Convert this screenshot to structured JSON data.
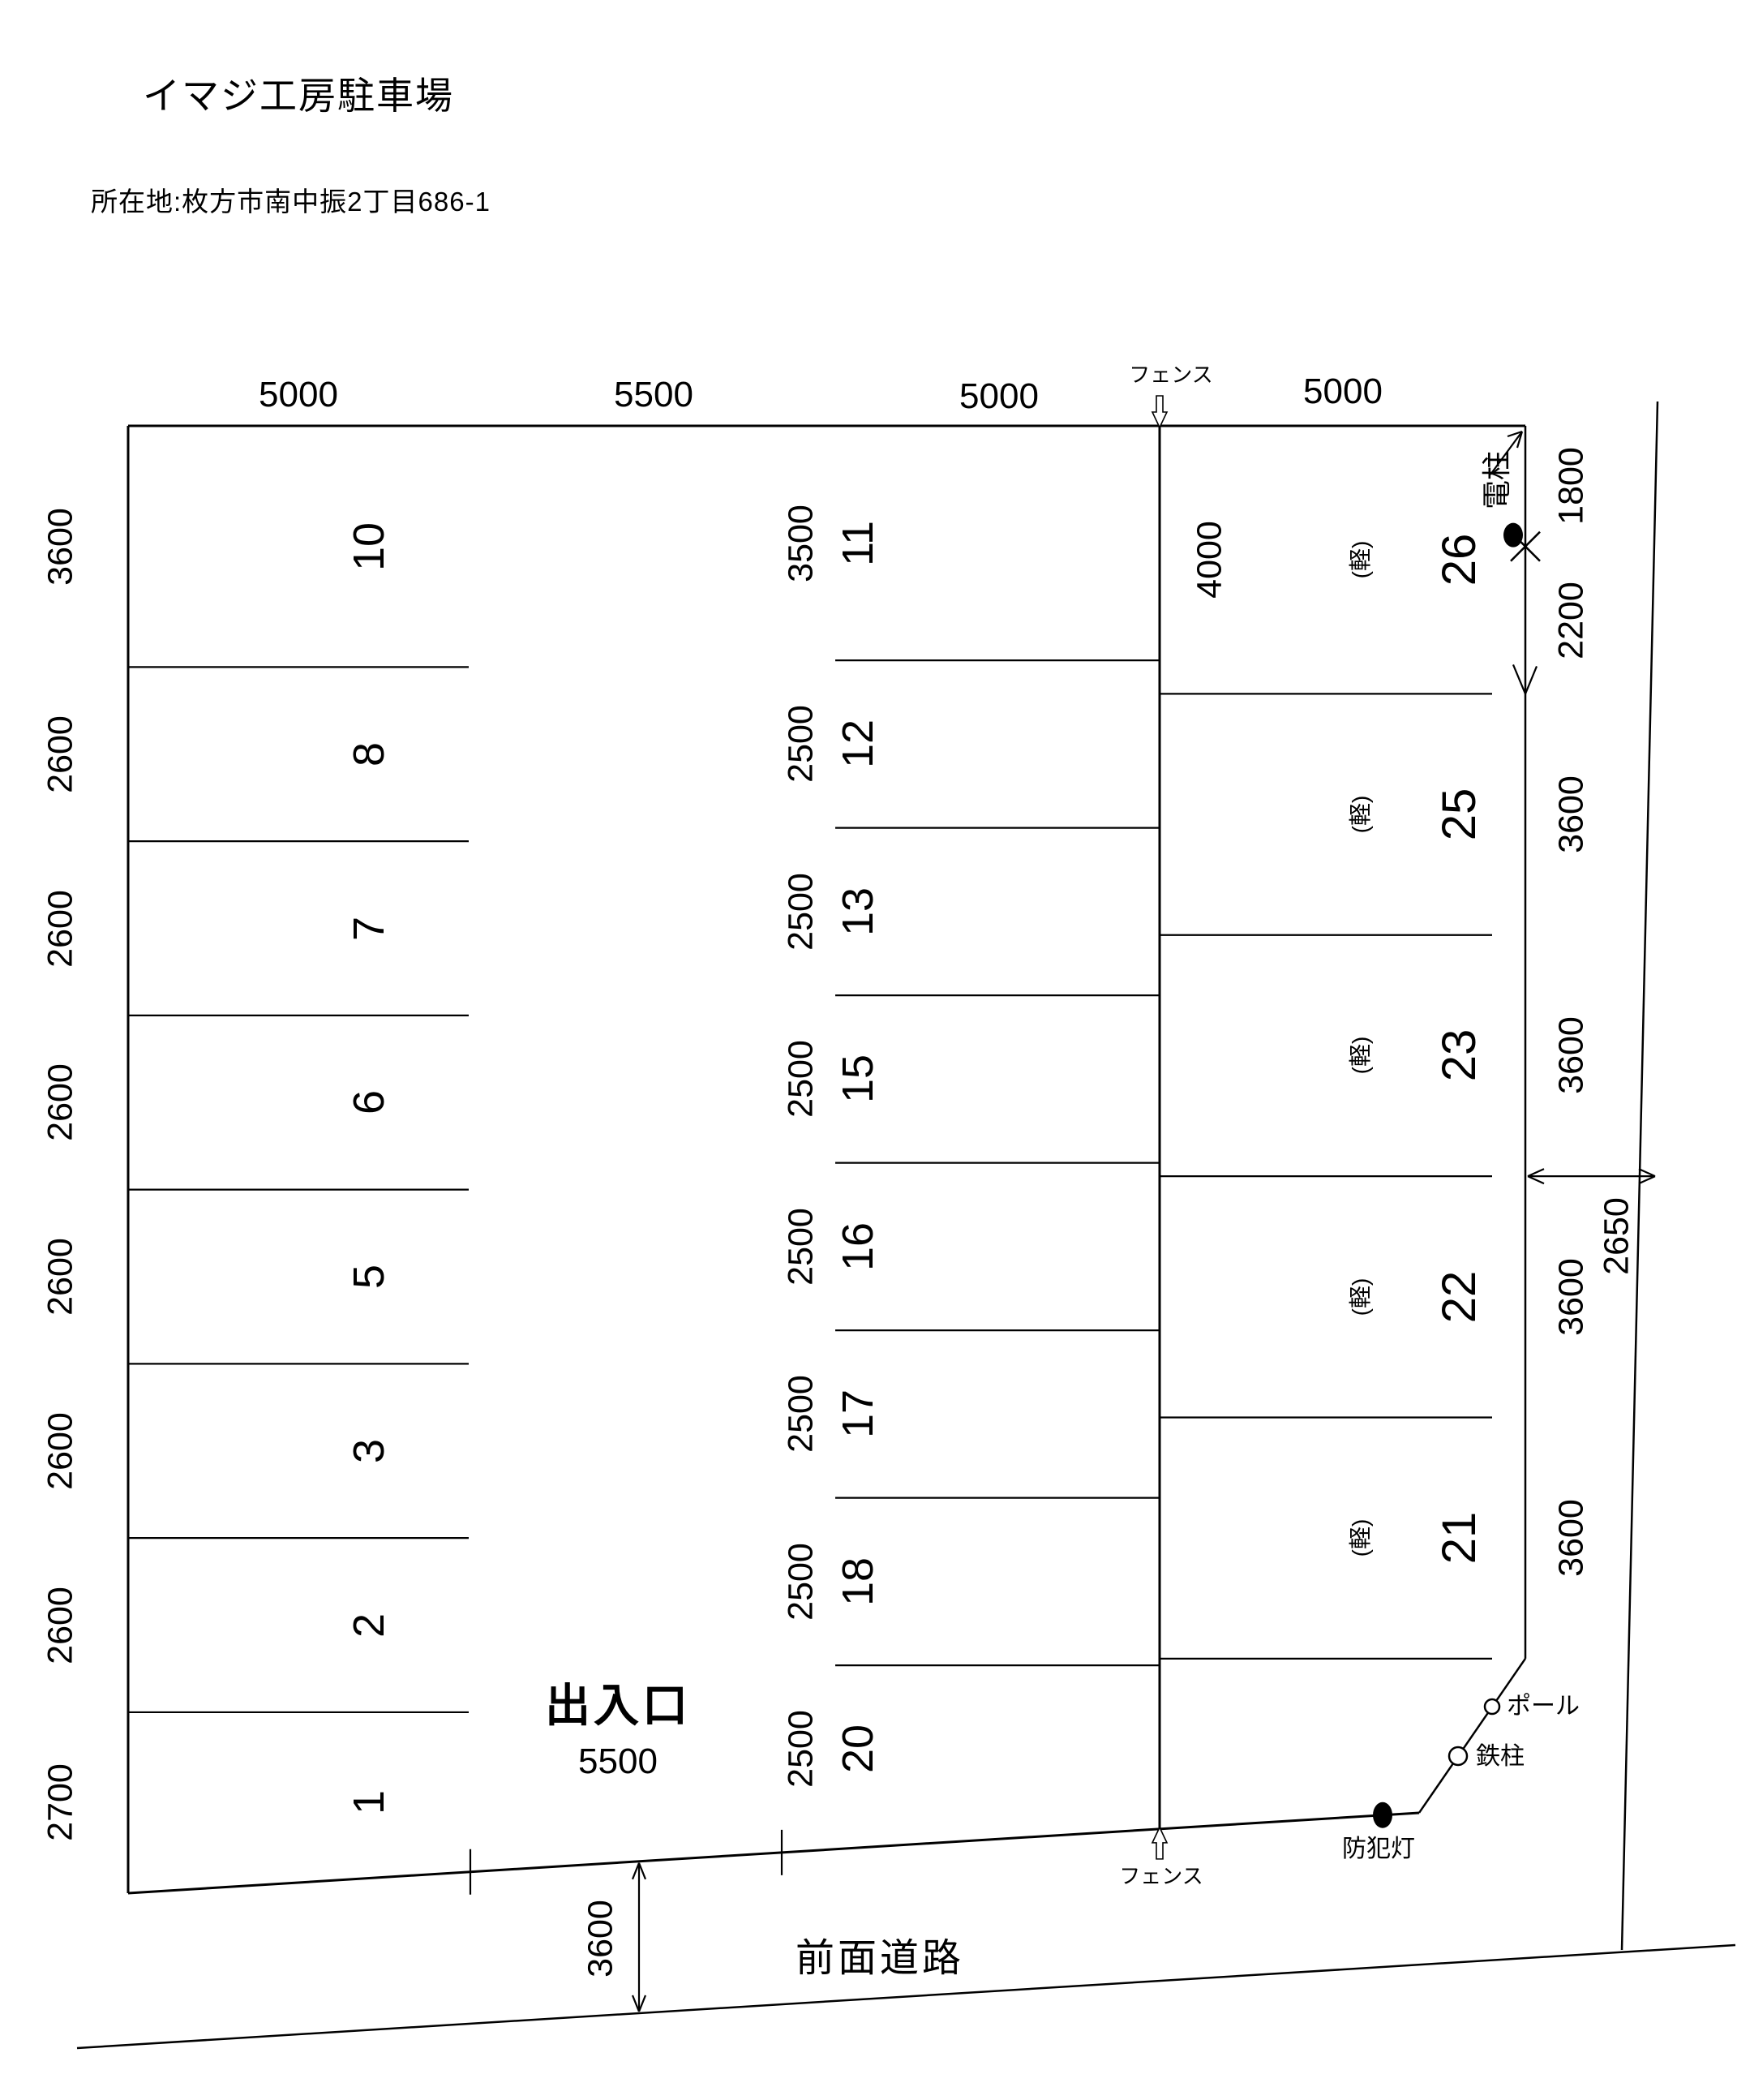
{
  "page": {
    "title": "イマジ工房駐車場",
    "address": "所在地:枚方市南中振2丁目686-1"
  },
  "labels": {
    "fence_top": "フェンス",
    "fence_bottom": "フェンス",
    "utility_pole": "電柱",
    "pole": "ポール",
    "steel_post": "鉄柱",
    "security_light": "防犯灯",
    "entrance": "出入口",
    "front_road": "前面道路"
  },
  "dimensions": {
    "top_widths": [
      "5000",
      "5500",
      "5000",
      "5000"
    ],
    "right_top_split": [
      "1800",
      "2200"
    ],
    "right_stall_depths": [
      "3600",
      "3600",
      "3600",
      "3600"
    ],
    "side_gap": "2650",
    "stall26_depth": "4000",
    "entrance_width": "5500",
    "road_width": "3600"
  },
  "stalls": {
    "left": [
      {
        "no": "10",
        "size_mm": "3600"
      },
      {
        "no": "8",
        "size_mm": "2600"
      },
      {
        "no": "7",
        "size_mm": "2600"
      },
      {
        "no": "6",
        "size_mm": "2600"
      },
      {
        "no": "5",
        "size_mm": "2600"
      },
      {
        "no": "3",
        "size_mm": "2600"
      },
      {
        "no": "2",
        "size_mm": "2600"
      },
      {
        "no": "1",
        "size_mm": "2700"
      }
    ],
    "middle": [
      {
        "no": "11",
        "size_mm": "3500"
      },
      {
        "no": "12",
        "size_mm": "2500"
      },
      {
        "no": "13",
        "size_mm": "2500"
      },
      {
        "no": "15",
        "size_mm": "2500"
      },
      {
        "no": "16",
        "size_mm": "2500"
      },
      {
        "no": "17",
        "size_mm": "2500"
      },
      {
        "no": "18",
        "size_mm": "2500"
      },
      {
        "no": "20",
        "size_mm": "2500"
      }
    ],
    "right": [
      {
        "no": "26",
        "type": "(軽)",
        "size_mm": "4000"
      },
      {
        "no": "25",
        "type": "(軽)",
        "size_mm": "3600"
      },
      {
        "no": "23",
        "type": "(軽)",
        "size_mm": "3600"
      },
      {
        "no": "22",
        "type": "(軽)",
        "size_mm": "3600"
      },
      {
        "no": "21",
        "type": "(軽)",
        "size_mm": "3600"
      }
    ]
  }
}
